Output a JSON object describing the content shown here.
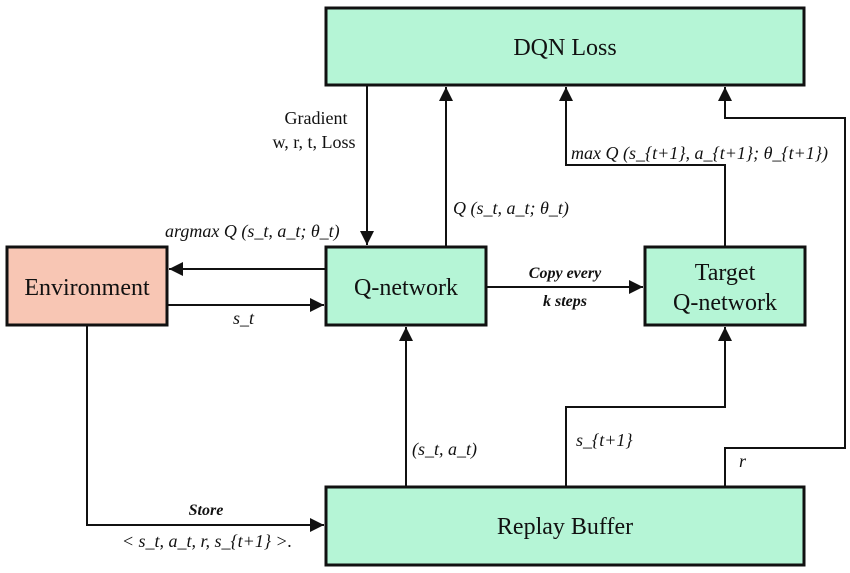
{
  "colors": {
    "box_fill": "#b5f5d6",
    "environment_fill": "#f8c6b4",
    "stroke": "#111111"
  },
  "boxes": {
    "dqn_loss": "DQN Loss",
    "environment": "Environment",
    "q_network": "Q-network",
    "target_line1": "Target",
    "target_line2": "Q-network",
    "replay_buffer": "Replay Buffer"
  },
  "labels": {
    "gradient_line1": "Gradient",
    "gradient_line2": "w, r, t, Loss",
    "q_value": "Q (s_t, a_t; θ_t)",
    "max_q": "max Q (s_{t+1}, a_{t+1}; θ_{t+1})",
    "argmax": "argmax Q (s_t, a_t; θ_t)",
    "state": "s_t",
    "copy_line1": "Copy every",
    "copy_line2": "k steps",
    "state_action": "(s_t, a_t)",
    "next_state": "s_{t+1}",
    "reward": "r",
    "store": "Store",
    "tuple": "< s_t, a_t, r, s_{t+1} >."
  }
}
